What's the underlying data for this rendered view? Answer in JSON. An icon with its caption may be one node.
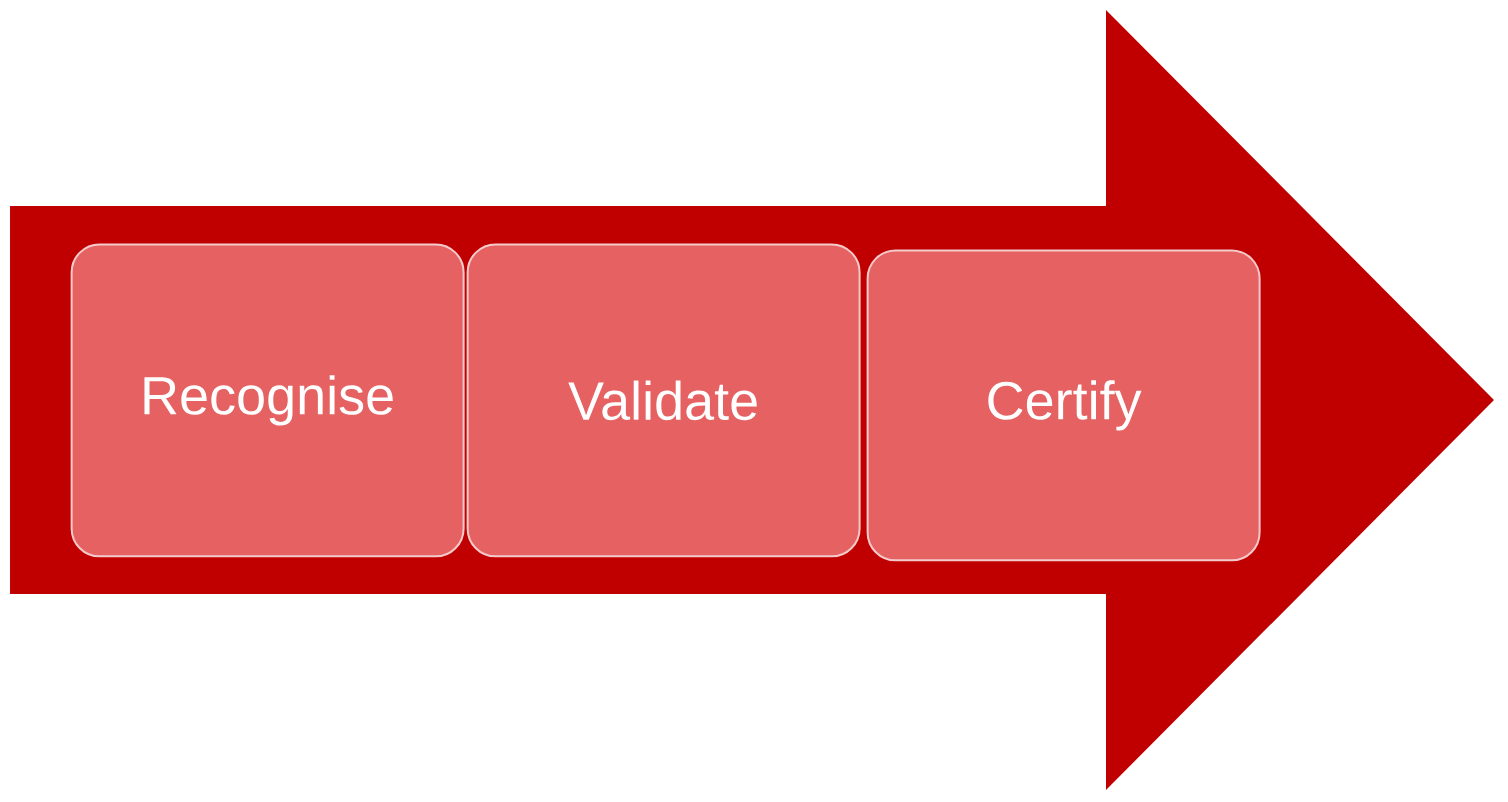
{
  "diagram": {
    "nodes": [
      {
        "text": [],
        "shape": "arrow"
      },
      {
        "text": [
          "Recognise"
        ],
        "in": 0
      },
      {
        "text": [
          "Validate"
        ],
        "in": 0
      },
      {
        "text": [
          "Certify"
        ],
        "in": 0
      }
    ],
    "edges": []
  }
}
